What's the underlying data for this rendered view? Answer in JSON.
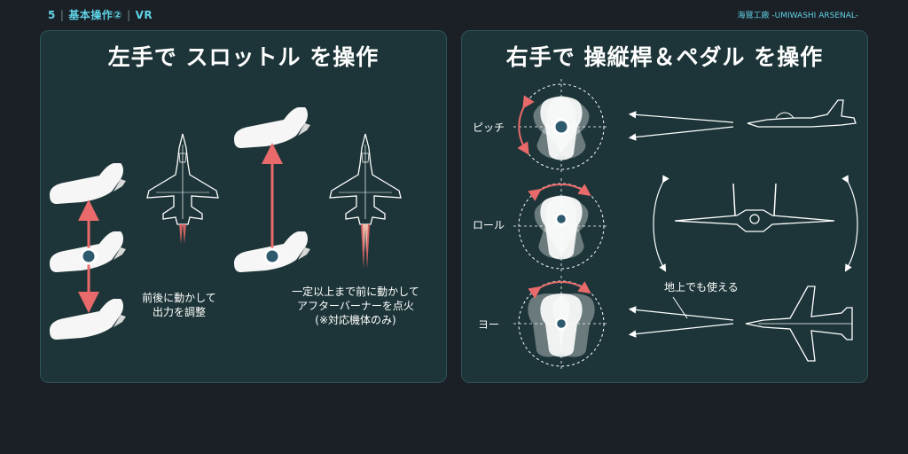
{
  "header": {
    "section_number": "5",
    "section_title": "基本操作②",
    "section_tag": "VR",
    "brand": "海鷲工廠 -UMIWASHI ARSENAL-"
  },
  "left_panel": {
    "title": "左手で スロットル を操作",
    "caption_throttle": [
      "前後に動かして",
      "出力を調整"
    ],
    "caption_afterburner": [
      "一定以上まで前に動かして",
      "アフターバーナーを点火",
      "(※対応機体のみ)"
    ]
  },
  "right_panel": {
    "title": "右手で 操縦桿＆ペダル を操作",
    "rows": [
      {
        "label": "ピッチ"
      },
      {
        "label": "ロール"
      },
      {
        "label": "ヨー"
      }
    ],
    "note": "地上でも使える"
  },
  "colors": {
    "accent": "#5fd3e6",
    "arrow": "#e96a6a",
    "panel": "#1d3538",
    "icon": "#2d5a6c"
  }
}
